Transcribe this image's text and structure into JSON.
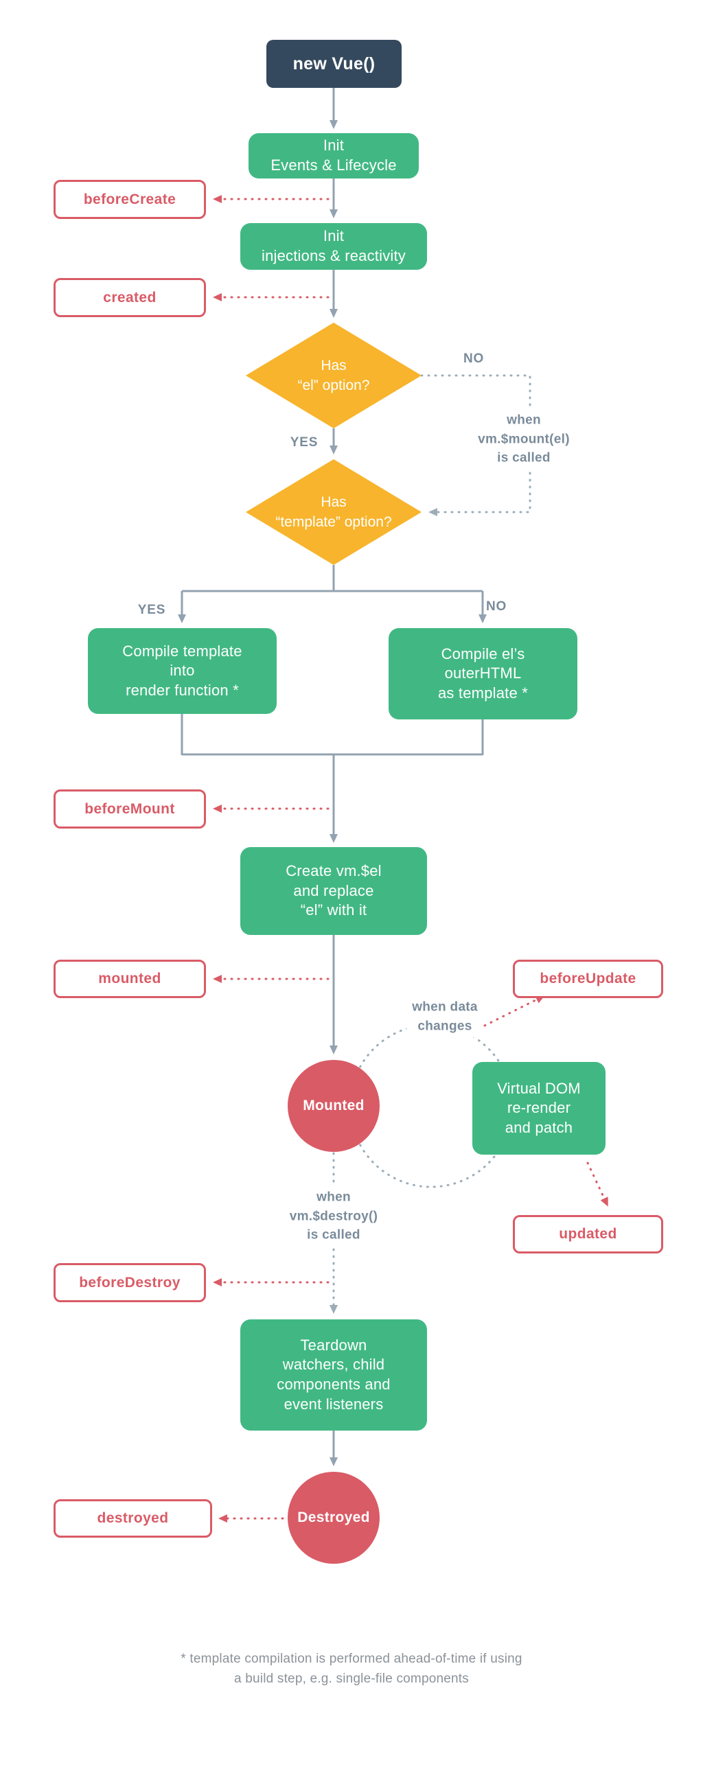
{
  "colors": {
    "navy": "#35495e",
    "green": "#41b883",
    "orange": "#f7b42c",
    "red": "#d95b66",
    "line": "#93a2b1",
    "dotline": "#9cadb8",
    "labelgray": "#7a8b9a",
    "notegray": "#8b9299"
  },
  "nodes": {
    "new_vue": "new Vue()",
    "init_events": "Init\nEvents & Lifecycle",
    "init_injections": "Init\ninjections & reactivity",
    "has_el": "Has\n“el” option?",
    "has_template": "Has\n“template” option?",
    "compile_template": "Compile template\ninto\nrender function *",
    "compile_el": "Compile el’s\nouterHTML\nas template *",
    "create_el": "Create vm.$el\nand replace\n“el” with it",
    "virtual_dom": "Virtual DOM\nre-render\nand patch",
    "teardown": "Teardown\nwatchers, child\ncomponents and\nevent listeners",
    "mounted_state": "Mounted",
    "destroyed_state": "Destroyed"
  },
  "hooks": {
    "before_create": "beforeCreate",
    "created": "created",
    "before_mount": "beforeMount",
    "mounted": "mounted",
    "before_update": "beforeUpdate",
    "updated": "updated",
    "before_destroy": "beforeDestroy",
    "destroyed": "destroyed"
  },
  "labels": {
    "no_el": "NO",
    "yes_el": "YES",
    "yes_template": "YES",
    "no_template": "NO",
    "when_mount": "when\nvm.$mount(el)\nis called",
    "when_data_changes": "when data\nchanges",
    "when_destroy": "when\nvm.$destroy()\nis called"
  },
  "footnote": "* template compilation is performed ahead-of-time if using\na build step, e.g. single-file components"
}
